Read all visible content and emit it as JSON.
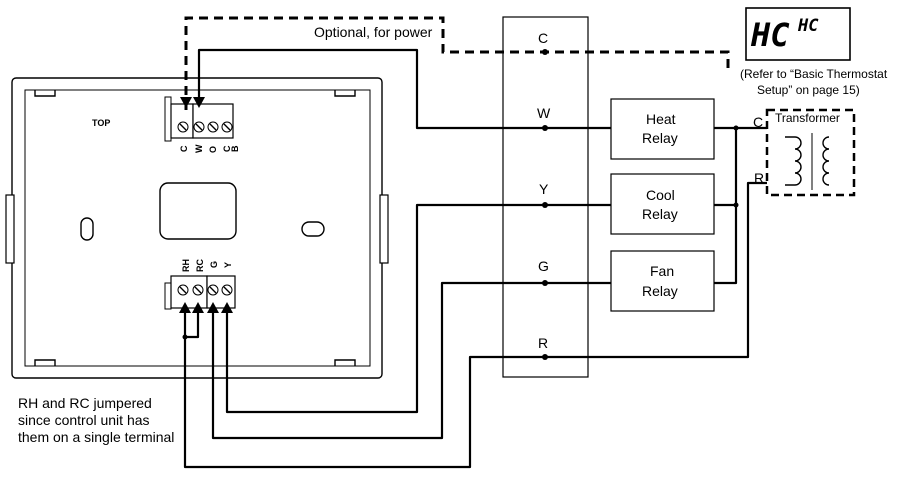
{
  "annotations": {
    "optional_power": "Optional, for power",
    "refer_line1": "(Refer to “Basic Thermostat",
    "refer_line2": "Setup” on page 15)",
    "jumper_line1": "RH and RC jumpered",
    "jumper_line2": "since control unit has",
    "jumper_line3": "them on a single terminal"
  },
  "display": {
    "big": "HC",
    "small": "HC"
  },
  "wallplate": {
    "top_label": "TOP",
    "top_terminals": [
      "C",
      "W",
      "O",
      "C",
      "B"
    ],
    "bottom_terminals": [
      "RH",
      "RC",
      "G",
      "Y"
    ]
  },
  "control_terminals": [
    "C",
    "W",
    "Y",
    "G",
    "R"
  ],
  "relays": [
    {
      "line1": "Heat",
      "line2": "Relay"
    },
    {
      "line1": "Cool",
      "line2": "Relay"
    },
    {
      "line1": "Fan",
      "line2": "Relay"
    }
  ],
  "transformer": {
    "label": "Transformer",
    "terminal_c": "C",
    "terminal_r": "R"
  }
}
